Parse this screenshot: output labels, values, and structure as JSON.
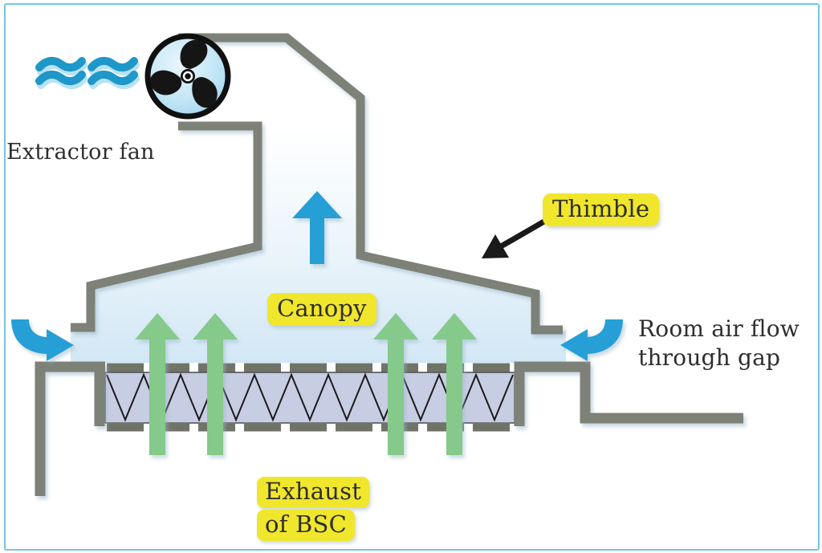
{
  "labels": {
    "extractor_fan": "Extractor fan",
    "thimble": "Thimble",
    "canopy": "Canopy",
    "room_air_flow": {
      "line1": "Room air flow",
      "line2": "through gap"
    },
    "exhaust_of_bsc": {
      "line1": "Exhaust",
      "line2": "of BSC"
    }
  },
  "colors": {
    "duct_gray": "#7d8177",
    "dashed_grille_gray": "#6f7368",
    "highlight_yellow": "#f0e62c",
    "flow_blue": "#259fd7",
    "exhaust_green": "#85c98b",
    "filter_fill": "#c7cde3",
    "filter_pleats": "#1a1a1a",
    "pointer_black": "#1a1a1a",
    "text": "#2e2e2e",
    "frame_blue": "#74c6e4",
    "canopy_interior": "#d2e7f5",
    "wave_blue": "#1e97c9",
    "fan_face_blue": "#bfe4f4"
  },
  "icons": {
    "fan": "extractor-fan-icon",
    "air_waves": "air-flow-waves-icon",
    "blue_up_arrow": "duct-flow-up-arrow-icon",
    "green_up_arrows": "bsc-exhaust-up-arrow-icon",
    "curved_left_inflow": "room-air-inflow-left-arrow-icon",
    "curved_right_inflow": "room-air-inflow-right-arrow-icon",
    "pointer": "thimble-pointer-arrow-icon"
  }
}
